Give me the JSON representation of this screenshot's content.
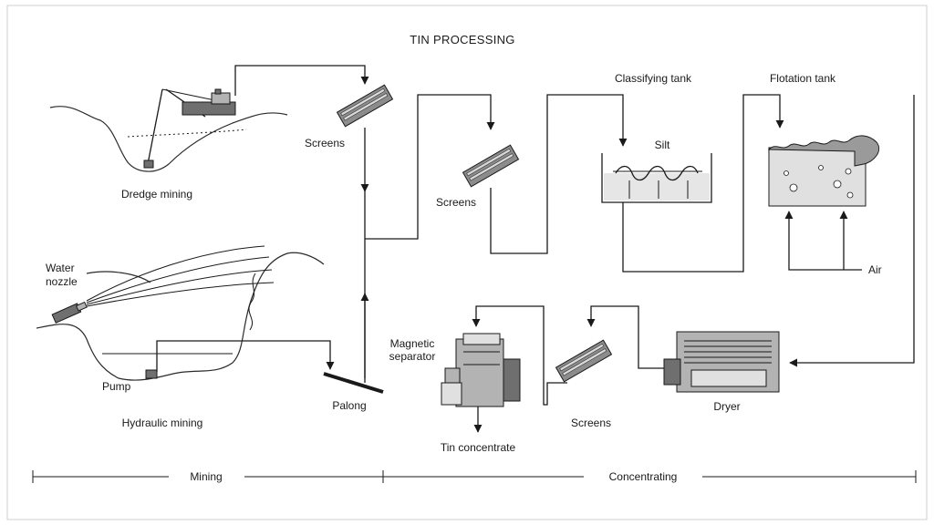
{
  "diagram": {
    "title": "TIN PROCESSING",
    "labels": {
      "dredge_mining": "Dredge mining",
      "hydraulic_mining": "Hydraulic mining",
      "water_nozzle_line1": "Water",
      "water_nozzle_line2": "nozzle",
      "pump": "Pump",
      "palong": "Palong",
      "screens_1": "Screens",
      "screens_2": "Screens",
      "screens_3": "Screens",
      "classifying_tank": "Classifying tank",
      "silt": "Silt",
      "flotation_tank": "Flotation tank",
      "air": "Air",
      "magnetic_separator_line1": "Magnetic",
      "magnetic_separator_line2": "separator",
      "dryer": "Dryer",
      "tin_concentrate": "Tin concentrate"
    },
    "stages": {
      "mining": "Mining",
      "concentrating": "Concentrating"
    }
  }
}
